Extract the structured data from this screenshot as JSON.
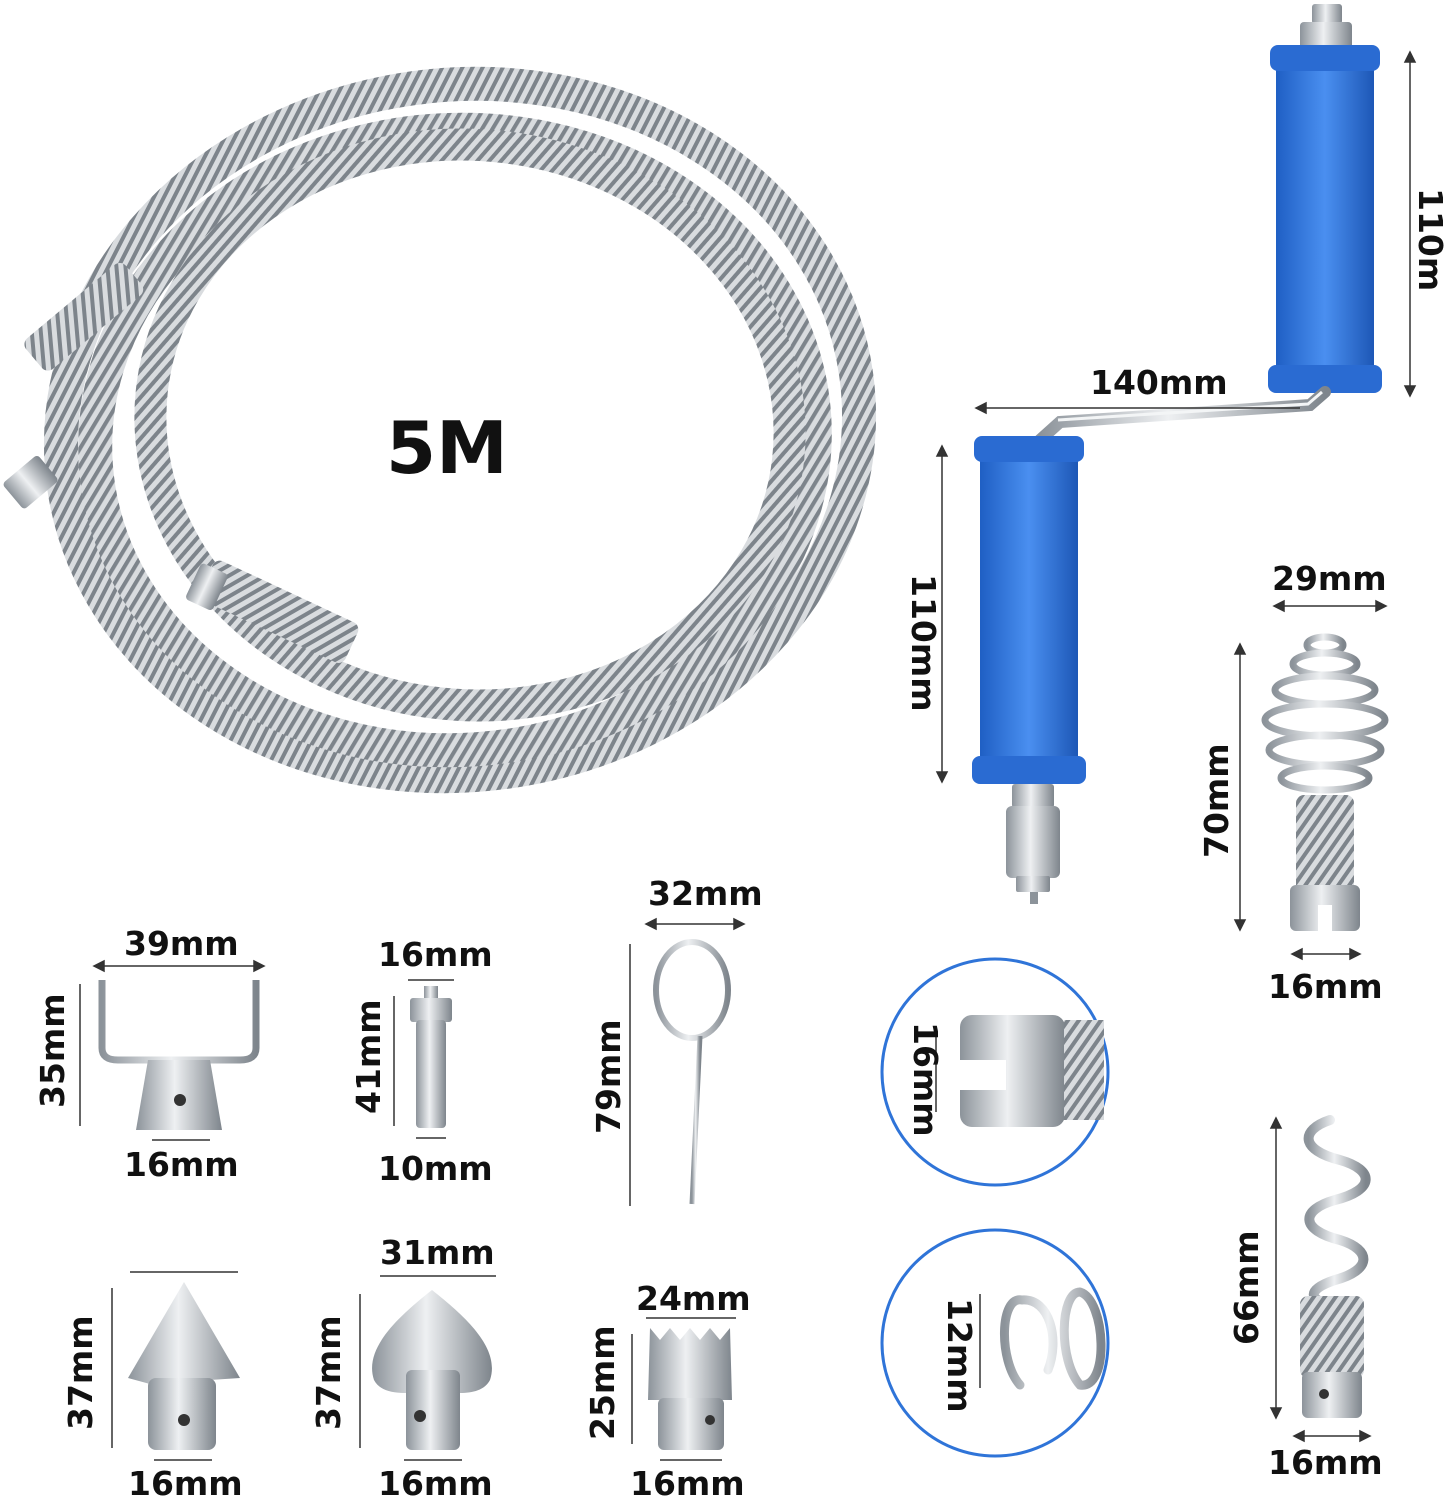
{
  "cable": {
    "length_label": "5M"
  },
  "colors": {
    "handle_blue": "#2f74d8",
    "steel": "#b9bec4",
    "dim_line": "#333333"
  },
  "crank": {
    "top_handle_height": "110m",
    "arm_width": "140mm",
    "bottom_handle_height": "110mm"
  },
  "spiral_head_large": {
    "width": "29mm",
    "height": "70mm",
    "base": "16mm"
  },
  "spiral_head_small": {
    "height": "66mm",
    "base": "16mm"
  },
  "u_cutter": {
    "width": "39mm",
    "height": "35mm",
    "base": "16mm"
  },
  "adapter": {
    "width": "16mm",
    "height": "41mm",
    "base": "10mm"
  },
  "key": {
    "width": "32mm",
    "height": "79mm"
  },
  "detail_connector": {
    "size": "16mm"
  },
  "detail_spring": {
    "size": "12mm"
  },
  "arrow_cutter": {
    "height": "37mm",
    "base": "16mm"
  },
  "spade_cutter": {
    "width": "31mm",
    "height": "37mm",
    "base": "16mm"
  },
  "crown_cutter": {
    "width": "24mm",
    "height": "25mm",
    "base": "16mm"
  }
}
